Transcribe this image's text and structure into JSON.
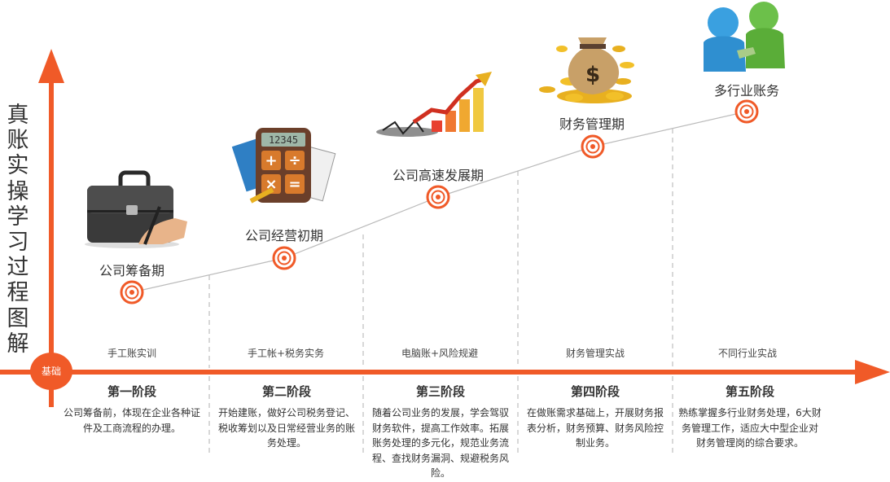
{
  "title_chars": [
    "真",
    "账",
    "实",
    "操",
    "学",
    "习",
    "过",
    "程",
    "图",
    "解"
  ],
  "base_label": "基础",
  "colors": {
    "accent": "#f05a28",
    "line": "#bbbbbb",
    "dash": "#cccccc"
  },
  "milestones": [
    {
      "label": "公司筹备期",
      "icon": "briefcase-icon"
    },
    {
      "label": "公司经营初期",
      "icon": "calculator-icon"
    },
    {
      "label": "公司高速发展期",
      "icon": "growth-chart-icon"
    },
    {
      "label": "财务管理期",
      "icon": "money-bag-icon"
    },
    {
      "label": "多行业账务",
      "icon": "handshake-people-icon"
    }
  ],
  "categories": [
    "手工账实训",
    "手工帐+税务实务",
    "电脑账+风险规避",
    "财务管理实战",
    "不同行业实战"
  ],
  "phases": [
    {
      "title": "第一阶段",
      "desc": "公司筹备前，体现在企业各种证件及工商流程的办理。"
    },
    {
      "title": "第二阶段",
      "desc": "开始建账，做好公司税务登记、税收筹划以及日常经营业务的账务处理。"
    },
    {
      "title": "第三阶段",
      "desc": "随着公司业务的发展，学会驾驭财务软件，提高工作效率。拓展账务处理的多元化，规范业务流程、查找财务漏洞、规避税务风险。"
    },
    {
      "title": "第四阶段",
      "desc": "在做账需求基础上，开展财务报表分析，财务预算、财务风险控制业务。"
    },
    {
      "title": "第五阶段",
      "desc": "熟练掌握多行业财务处理，6大财务管理工作，适应大中型企业对财务管理岗的综合要求。"
    }
  ]
}
